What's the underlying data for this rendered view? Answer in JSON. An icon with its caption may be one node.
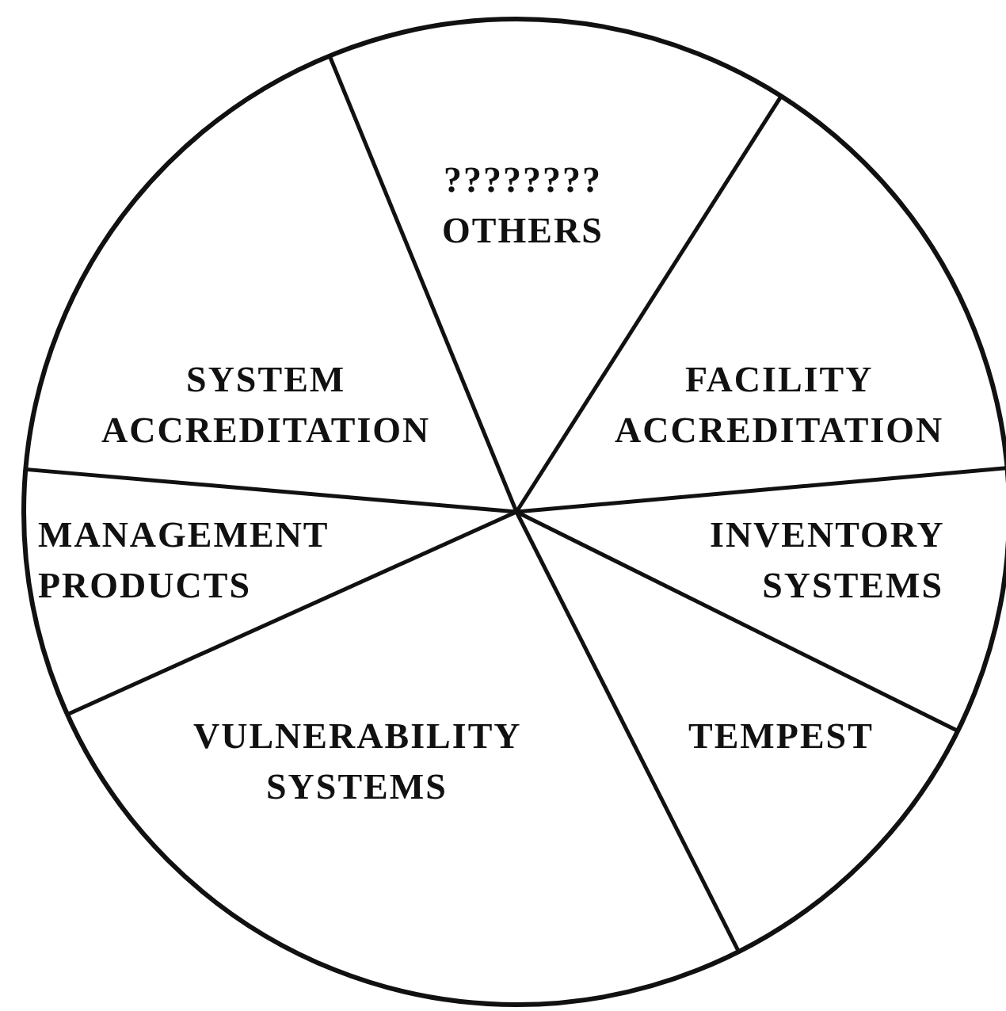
{
  "diagram": {
    "labels": [
      "???????? OTHERS",
      "SYSTEM ACCREDITATION",
      "FACILITY ACCREDITATION",
      "MANAGEMENT PRODUCTS",
      "INVENTORY SYSTEMS",
      "VULNERABILITY SYSTEMS",
      "TEMPEST"
    ]
  }
}
